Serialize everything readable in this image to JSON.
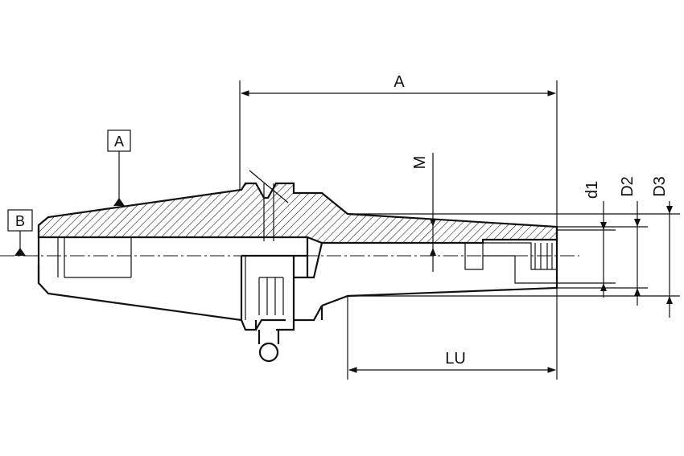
{
  "labels": {
    "dim_a": "A",
    "dim_lu": "LU",
    "dim_m": "M",
    "dim_d1": "d1",
    "dim_d2": "D2",
    "dim_d3": "D3",
    "datum_a": "A",
    "datum_b": "B"
  },
  "colors": {
    "line": "#111111",
    "background": "#ffffff"
  }
}
